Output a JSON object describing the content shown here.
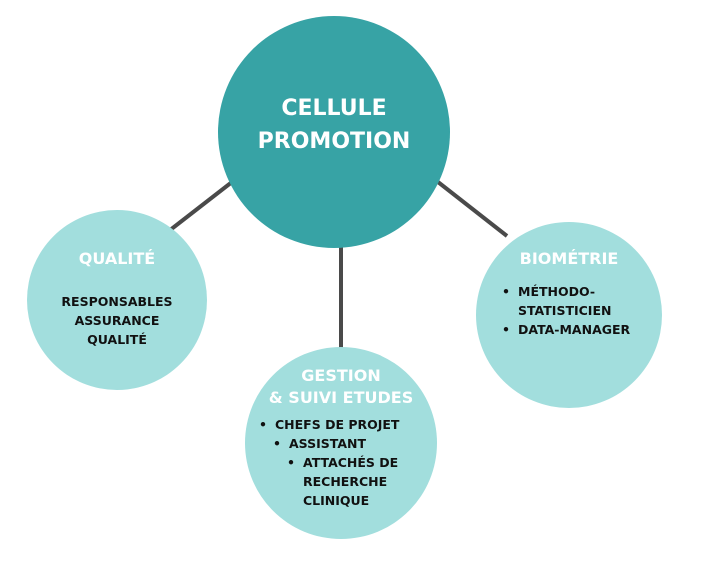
{
  "center": {
    "title_line1": "CELLULE",
    "title_line2": "PROMOTION"
  },
  "qualite": {
    "title": "QUALITÉ",
    "lines": [
      "RESPONSABLES",
      "ASSURANCE",
      "QUALITÉ"
    ]
  },
  "biometrie": {
    "title": "BIOMÉTRIE",
    "items": [
      "MÉTHODO-",
      "STATISTICIEN",
      "DATA-MANAGER"
    ]
  },
  "gestion": {
    "title_line1": "GESTION",
    "title_line2": "& SUIVI ETUDES",
    "items": [
      "CHEFS DE PROJET",
      "ASSISTANT",
      "ATTACHÉS DE",
      "RECHERCHE",
      "CLINIQUE"
    ]
  },
  "colors": {
    "primary": "#37a3a5",
    "light": "#a2dedd",
    "connector": "#4a4a4a"
  }
}
